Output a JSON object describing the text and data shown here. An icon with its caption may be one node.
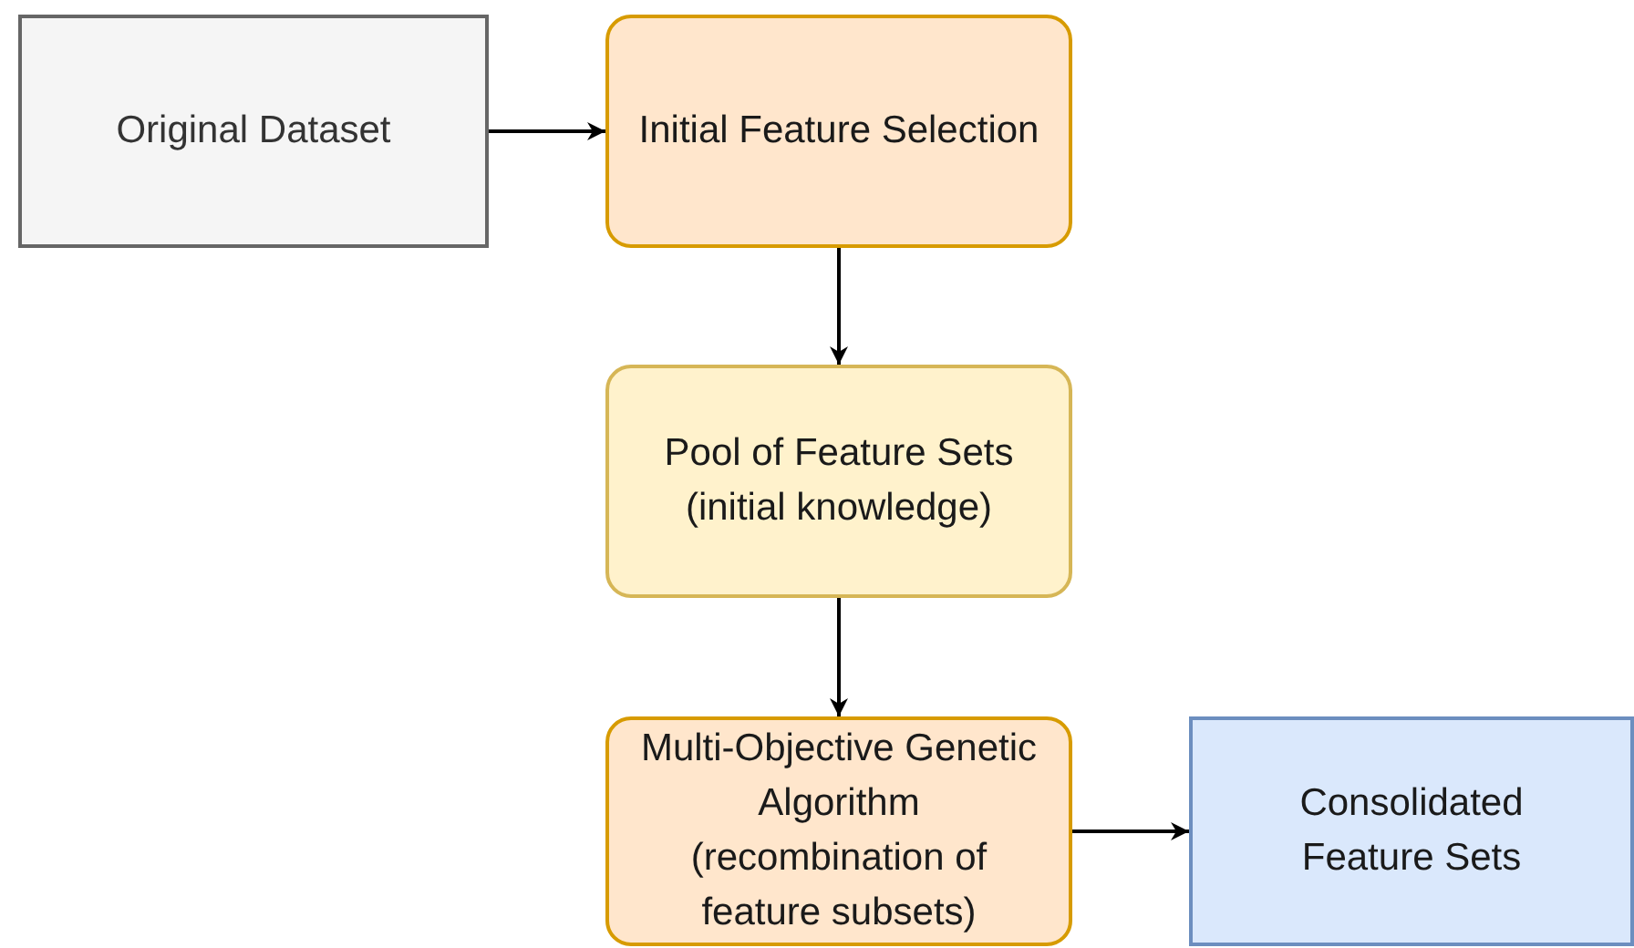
{
  "diagram": {
    "nodes": [
      {
        "text": [
          "Original Dataset"
        ]
      },
      {
        "text": [
          "Initial Feature Selection"
        ]
      },
      {
        "text": [
          "Pool of Feature Sets (initial knowledge)"
        ]
      },
      {
        "text": [
          "Multi-Objective Genetic Algorithm (recombination of feature subsets)"
        ]
      },
      {
        "text": [
          "Consolidated Feature Sets"
        ]
      }
    ],
    "edges": [
      {
        "from": 0,
        "to": 1,
        "arrow": "to"
      },
      {
        "from": 1,
        "to": 2,
        "arrow": "to"
      },
      {
        "from": 2,
        "to": 3,
        "arrow": "to"
      },
      {
        "from": 3,
        "to": 4,
        "arrow": "to"
      }
    ]
  }
}
